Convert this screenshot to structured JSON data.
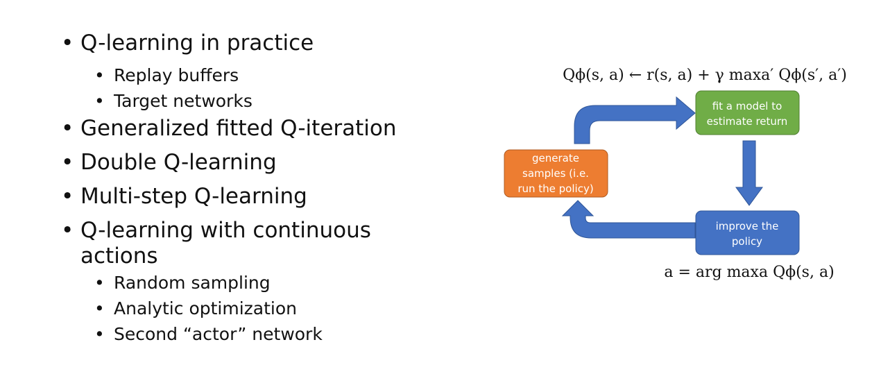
{
  "outline": [
    {
      "text": "Q-learning in practice",
      "children": [
        "Replay buffers",
        "Target networks"
      ]
    },
    {
      "text": "Generalized fitted Q-iteration",
      "children": []
    },
    {
      "text": "Double Q-learning",
      "children": []
    },
    {
      "text": "Multi-step Q-learning",
      "children": []
    },
    {
      "text": "Q-learning with continuous actions",
      "children": [
        "Random sampling",
        "Analytic optimization",
        "Second “actor” network"
      ]
    }
  ],
  "diagram": {
    "top_equation": "Qϕ(s, a) ← r(s, a) + γ maxa′ Qϕ(s′, a′)",
    "bottom_equation": "a = arg maxa Qϕ(s, a)",
    "boxes": {
      "fit": {
        "lines": [
          "fit a model to",
          "estimate return"
        ],
        "color": "#70ad47"
      },
      "generate": {
        "lines": [
          "generate",
          "samples (i.e.",
          "run the policy)"
        ],
        "color": "#ed7d31"
      },
      "improve": {
        "lines": [
          "improve the",
          "policy"
        ],
        "color": "#4472c4"
      }
    },
    "arrow_color": "#4472c4"
  }
}
